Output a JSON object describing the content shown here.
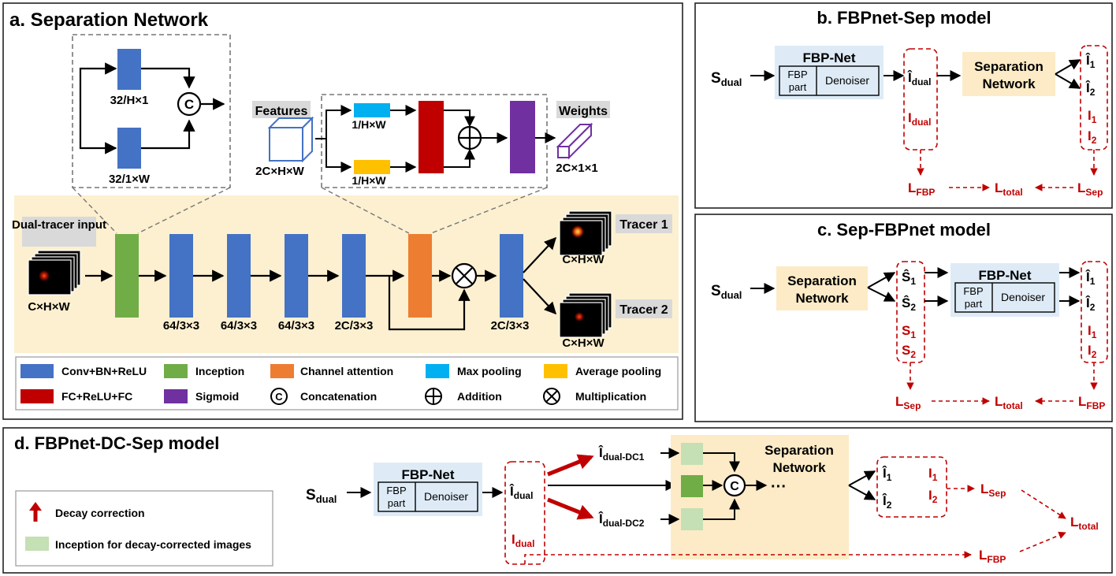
{
  "colors": {
    "conv": "#4472C4",
    "inception": "#70AD47",
    "attention": "#ED7D31",
    "maxpool": "#00B0F0",
    "avgpool": "#FFC000",
    "fc": "#C00000",
    "sigmoid": "#7030A0",
    "dc_inception": "#C5E0B4",
    "loss": "#C00000",
    "yellow_panel": "#FCF0D0",
    "fbp_panel": "#DEEBF7",
    "sep_panel": "#FCEBC6"
  },
  "panel_a": {
    "title": "a. Separation Network",
    "inception_detail": {
      "conv_h": "32/H×1",
      "conv_w": "32/1×W",
      "concat_icon": "concatenation-icon"
    },
    "attention_detail": {
      "features_label": "Features",
      "features_dim": "2C×H×W",
      "maxpool_dim": "1/H×W",
      "avgpool_dim": "1/H×W",
      "weights_label": "Weights",
      "weights_dim": "2C×1×1"
    },
    "main": {
      "input_label": "Dual-tracer input",
      "input_dim": "C×H×W",
      "conv_labels": [
        "64/3×3",
        "64/3×3",
        "64/3×3",
        "2C/3×3",
        "2C/3×3"
      ],
      "tracer1_label": "Tracer 1",
      "tracer1_dim": "C×H×W",
      "tracer2_label": "Tracer 2",
      "tracer2_dim": "C×H×W"
    },
    "legend": [
      {
        "label": "Conv+BN+ReLU",
        "color": "#4472C4"
      },
      {
        "label": "Inception",
        "color": "#70AD47"
      },
      {
        "label": "Channel attention",
        "color": "#ED7D31"
      },
      {
        "label": "Max pooling",
        "color": "#00B0F0"
      },
      {
        "label": "Average pooling",
        "color": "#FFC000"
      },
      {
        "label": "FC+ReLU+FC",
        "color": "#C00000"
      },
      {
        "label": "Sigmoid",
        "color": "#7030A0"
      },
      {
        "label": "Concatenation",
        "icon": "concatenation-icon"
      },
      {
        "label": "Addition",
        "icon": "addition-icon"
      },
      {
        "label": "Multiplication",
        "icon": "multiplication-icon"
      }
    ]
  },
  "panel_b": {
    "title": "b. FBPnet-Sep model",
    "input_main": "S",
    "input_sub": "dual",
    "fbp_title": "FBP-Net",
    "fbp_part_line1": "FBP",
    "fbp_part_line2": "part",
    "denoiser": "Denoiser",
    "out_hat_main": "Î",
    "out_hat_sub": "dual",
    "out_gt_main": "I",
    "out_gt_sub": "dual",
    "sep_line1": "Separation",
    "sep_line2": "Network",
    "out_hat": [
      {
        "main": "Î",
        "sub": "1"
      },
      {
        "main": "Î",
        "sub": "2"
      }
    ],
    "out_gt": [
      {
        "main": "I",
        "sub": "1"
      },
      {
        "main": "I",
        "sub": "2"
      }
    ],
    "loss_left": {
      "main": "L",
      "sub": "FBP"
    },
    "loss_total": {
      "main": "L",
      "sub": "total"
    },
    "loss_right": {
      "main": "L",
      "sub": "Sep"
    }
  },
  "panel_c": {
    "title": "c. Sep-FBPnet model",
    "input_main": "S",
    "input_sub": "dual",
    "sep_line1": "Separation",
    "sep_line2": "Network",
    "mid_hat": [
      {
        "main": "Ŝ",
        "sub": "1"
      },
      {
        "main": "Ŝ",
        "sub": "2"
      }
    ],
    "mid_gt": [
      {
        "main": "S",
        "sub": "1"
      },
      {
        "main": "S",
        "sub": "2"
      }
    ],
    "fbp_title": "FBP-Net",
    "fbp_part_line1": "FBP",
    "fbp_part_line2": "part",
    "denoiser": "Denoiser",
    "out_hat": [
      {
        "main": "Î",
        "sub": "1"
      },
      {
        "main": "Î",
        "sub": "2"
      }
    ],
    "out_gt": [
      {
        "main": "I",
        "sub": "1"
      },
      {
        "main": "I",
        "sub": "2"
      }
    ],
    "loss_left": {
      "main": "L",
      "sub": "Sep"
    },
    "loss_total": {
      "main": "L",
      "sub": "total"
    },
    "loss_right": {
      "main": "L",
      "sub": "FBP"
    }
  },
  "panel_d": {
    "title": "d. FBPnet-DC-Sep model",
    "legend": [
      {
        "label": "Decay correction",
        "icon": "decay-arrow-icon"
      },
      {
        "label": "Inception for decay-corrected images",
        "color": "#C5E0B4"
      }
    ],
    "input_main": "S",
    "input_sub": "dual",
    "fbp_title": "FBP-Net",
    "fbp_part_line1": "FBP",
    "fbp_part_line2": "part",
    "denoiser": "Denoiser",
    "out_hat_main": "Î",
    "out_hat_sub": "dual",
    "out_gt_main": "I",
    "out_gt_sub": "dual",
    "dc1_main": "Î",
    "dc1_sub": "dual-DC1",
    "dc2_main": "Î",
    "dc2_sub": "dual-DC2",
    "sep_line1": "Separation",
    "sep_line2": "Network",
    "ellipsis": "···",
    "out_hat": [
      {
        "main": "Î",
        "sub": "1"
      },
      {
        "main": "Î",
        "sub": "2"
      }
    ],
    "out_gt": [
      {
        "main": "I",
        "sub": "1"
      },
      {
        "main": "I",
        "sub": "2"
      }
    ],
    "loss_sep": {
      "main": "L",
      "sub": "Sep"
    },
    "loss_total": {
      "main": "L",
      "sub": "total"
    },
    "loss_fbp": {
      "main": "L",
      "sub": "FBP"
    }
  }
}
